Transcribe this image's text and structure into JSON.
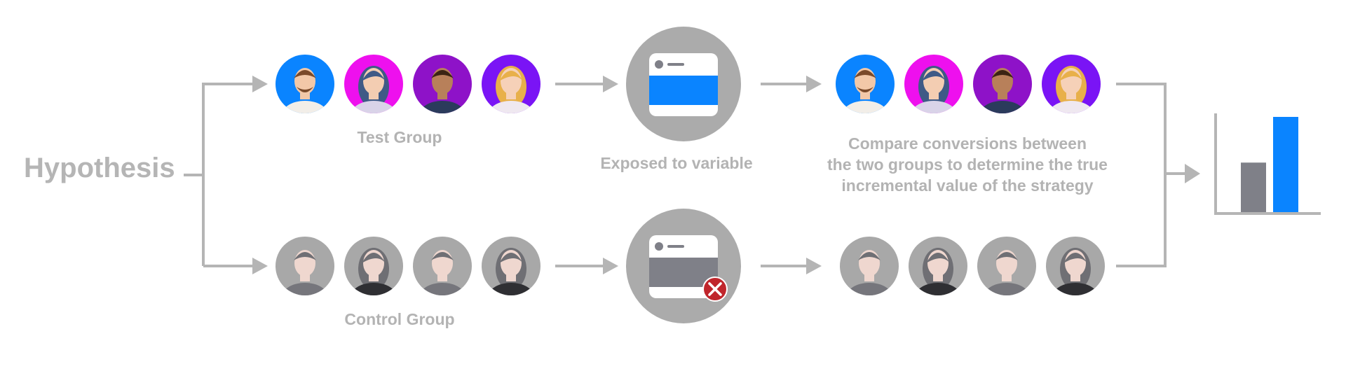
{
  "hypothesis": "Hypothesis",
  "test_group": {
    "label": "Test Group",
    "avatar_colors": [
      "#0a84ff",
      "#ee10ee",
      "#8e12c8",
      "#7a14f5"
    ]
  },
  "control_group": {
    "label": "Control Group"
  },
  "exposed": {
    "label": "Exposed to variable"
  },
  "compare": {
    "lines": [
      "Compare conversions between",
      "the two groups to determine the true",
      "incremental value of the strategy"
    ]
  },
  "result_chart": {
    "type": "bar",
    "values": [
      0.52,
      1.0
    ],
    "colors": [
      "#7f8088",
      "#0a84ff"
    ]
  },
  "colors": {
    "flow_line": "#b5b5b5",
    "accent": "#0a84ff",
    "gray_avatar": "#a8a8a8",
    "error": "#c0262c"
  }
}
